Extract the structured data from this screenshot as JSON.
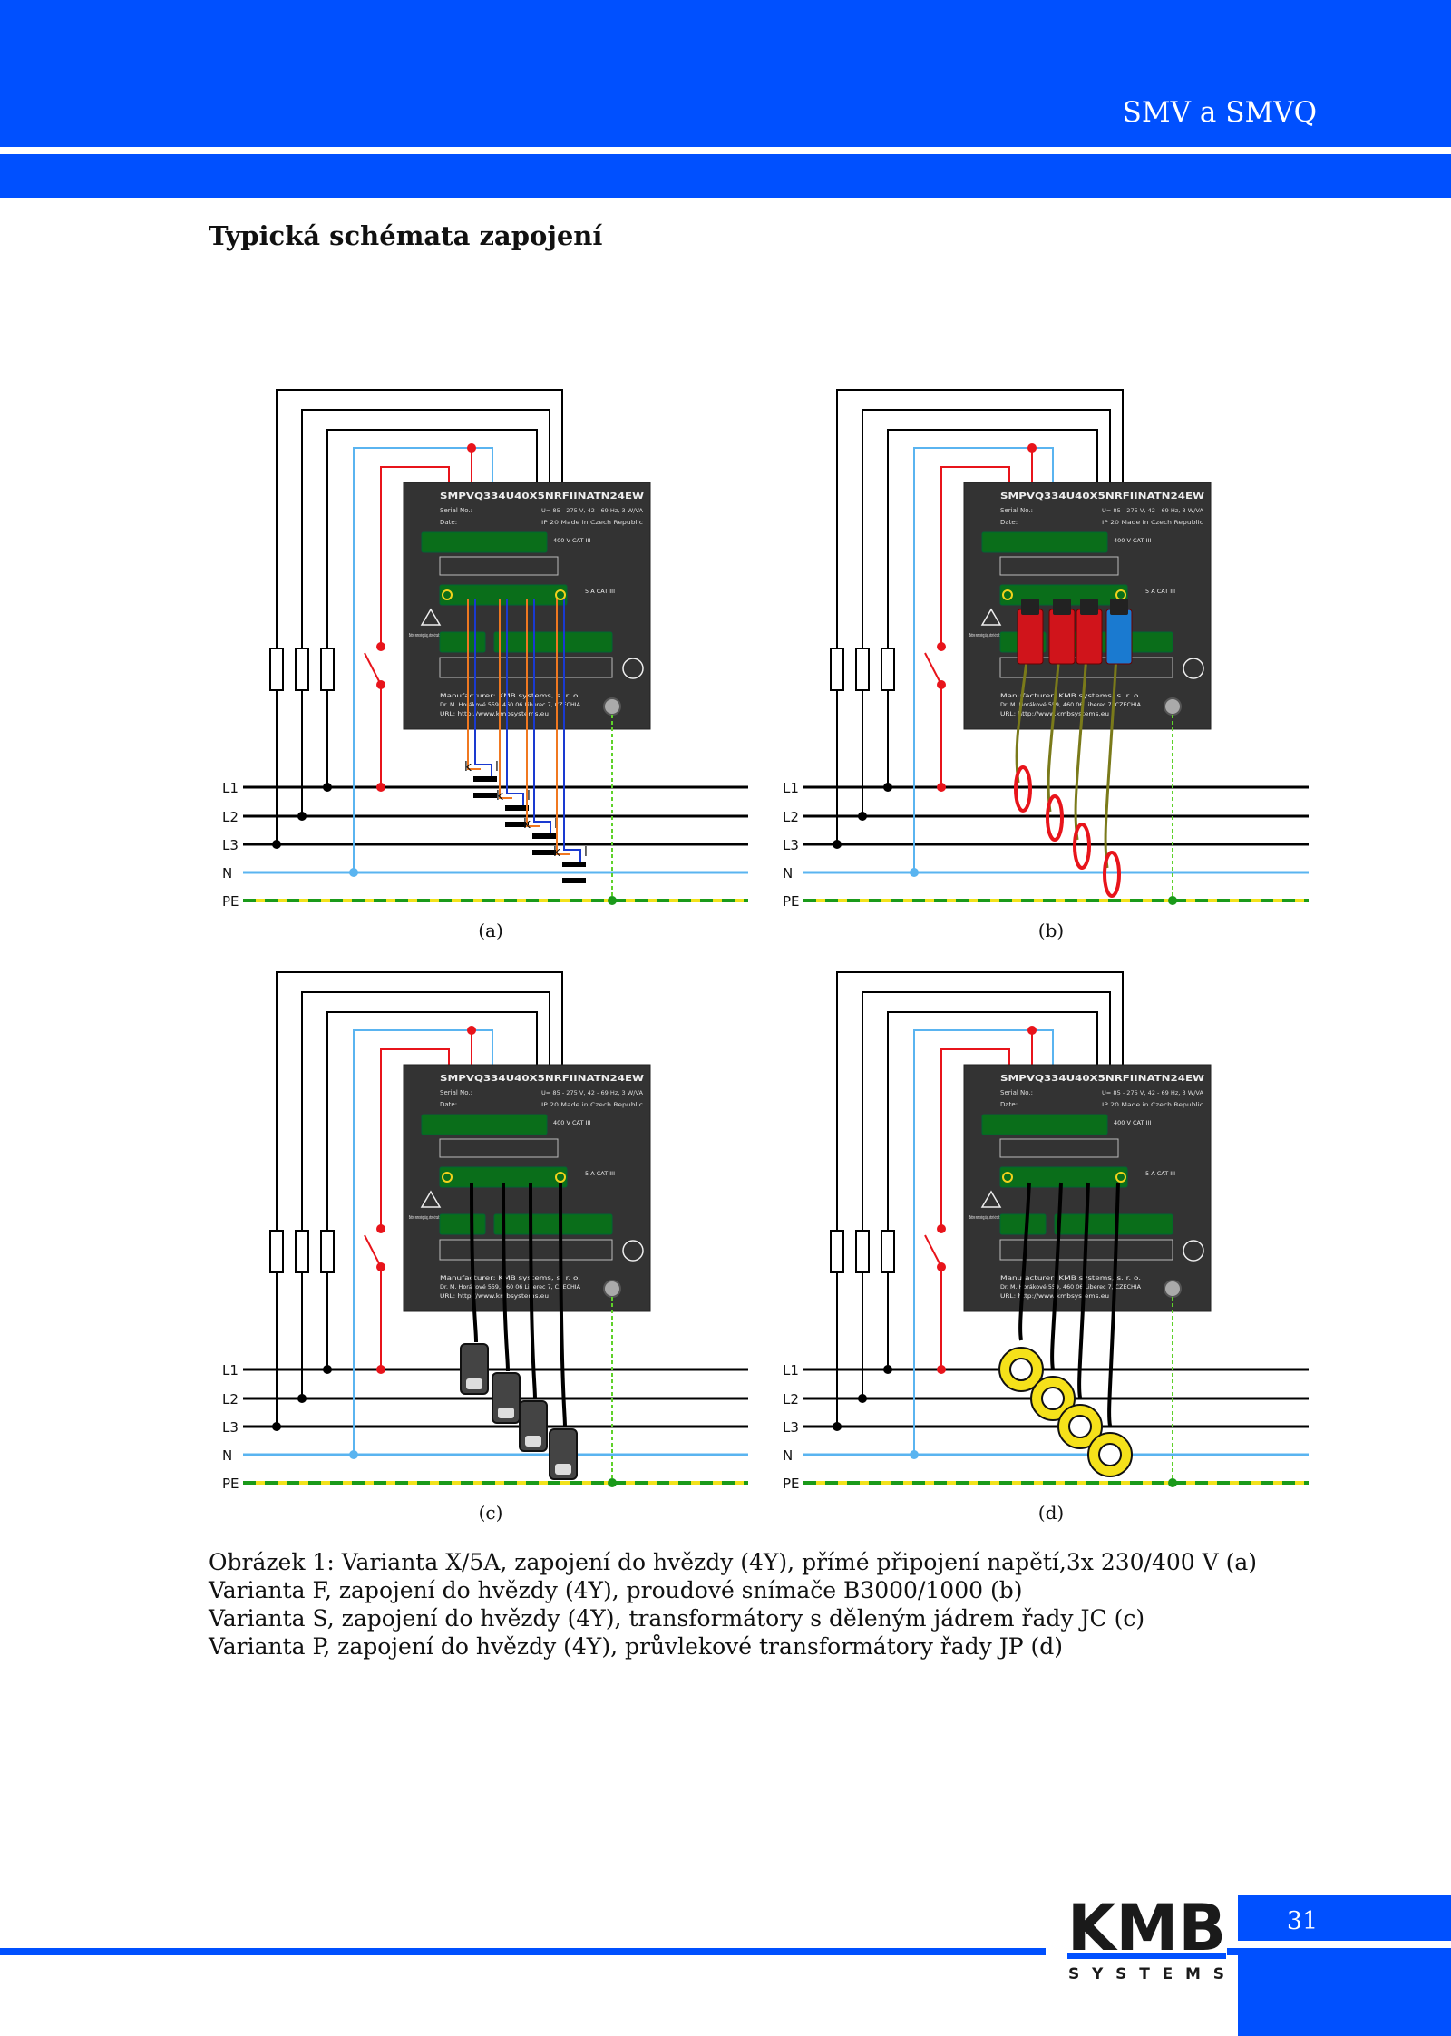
{
  "header": {
    "title": "SMV a SMVQ"
  },
  "section": {
    "title": "Typická schémata zapojení"
  },
  "diagrams": [
    {
      "label": "(a)"
    },
    {
      "label": "(b)"
    },
    {
      "label": "(c)"
    },
    {
      "label": "(d)"
    }
  ],
  "lines": {
    "l1": "L1",
    "l2": "L2",
    "l3": "L3",
    "n": "N",
    "pe": "PE"
  },
  "device": {
    "model": "SMPVQ334U40X5NRFIINATN24EW",
    "serial": "Serial No.:",
    "date": "Date:",
    "rating1": "U= 85 - 275 V, 42 - 69 Hz, 3 W/VA",
    "rating2": "IP 20    Made in Czech Republic",
    "cat": "400 V CAT III",
    "amp": "5 A CAT III",
    "mfr1": "Manufacturer: KMB systems, s. r. o.",
    "mfr2": "Dr. M. Horákové 559, 460 06 Liberec 7, CZECHIA",
    "mfr3": "URL: http://www.kmbsystems.eu",
    "warn": "Before removing plug, short-circuit C.T. terminals !!!"
  },
  "ct_marks": {
    "k": "k",
    "l": "l"
  },
  "caption": {
    "line1": "Obrázek 1: Varianta X/5A, zapojení do hvězdy (4Y), přímé připojení napětí,3x 230/400 V (a)",
    "line2": "Varianta F, zapojení do hvězdy (4Y), proudové snímače B3000/1000 (b)",
    "line3": "Varianta S, zapojení do hvězdy (4Y), transformátory s děleným jádrem řady JC (c)",
    "line4": "Varianta P, zapojení do hvězdy (4Y), průvlekové transformátory řady JP (d)"
  },
  "footer": {
    "page_number": "31",
    "logo_text": "KMB",
    "logo_sub": "S Y S T E M S"
  },
  "colors": {
    "brand_blue": "#0050ff",
    "l_red": "#e8141b",
    "n_blue": "#5ab4f0",
    "pe_green": "#1a9a1a",
    "pe_yellow": "#f2e21c",
    "device_gray": "#333333"
  }
}
